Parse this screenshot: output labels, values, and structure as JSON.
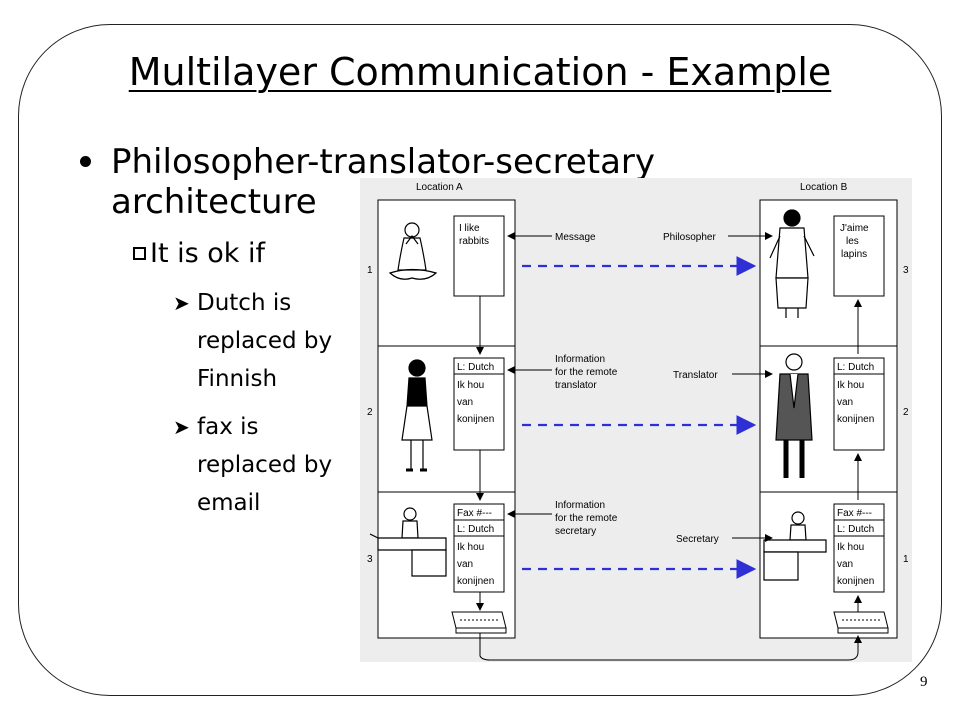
{
  "slide": {
    "title": "Multilayer Communication - Example",
    "bullet": "Philosopher-translator-secretary",
    "bullet_cont": "architecture",
    "sub_bullet": "It is ok if",
    "items": [
      {
        "lines": [
          "Dutch is",
          "replaced by",
          "Finnish"
        ]
      },
      {
        "lines": [
          "fax is",
          "replaced by",
          "email"
        ]
      }
    ],
    "page_number": "9"
  },
  "diagram": {
    "location_a": "Location A",
    "location_b": "Location B",
    "layer_numbers_left": [
      "1",
      "2",
      "3"
    ],
    "layer_numbers_right": [
      "3",
      "2",
      "1"
    ],
    "message_a": [
      "I like",
      "rabbits"
    ],
    "message_b": [
      "J'aime",
      "les",
      "lapins"
    ],
    "translated": [
      "L: Dutch",
      "Ik hou",
      "van",
      "konijnen"
    ],
    "fax": [
      "Fax #---",
      "L: Dutch",
      "Ik hou",
      "van",
      "konijnen"
    ],
    "middle_labels": {
      "message": "Message",
      "info_translator": [
        "Information",
        "for the remote",
        "translator"
      ],
      "info_secretary": [
        "Information",
        "for the remote",
        "secretary"
      ]
    },
    "role_labels": [
      "Philosopher",
      "Translator",
      "Secretary"
    ],
    "arrow_color": "#2f2fd6"
  }
}
